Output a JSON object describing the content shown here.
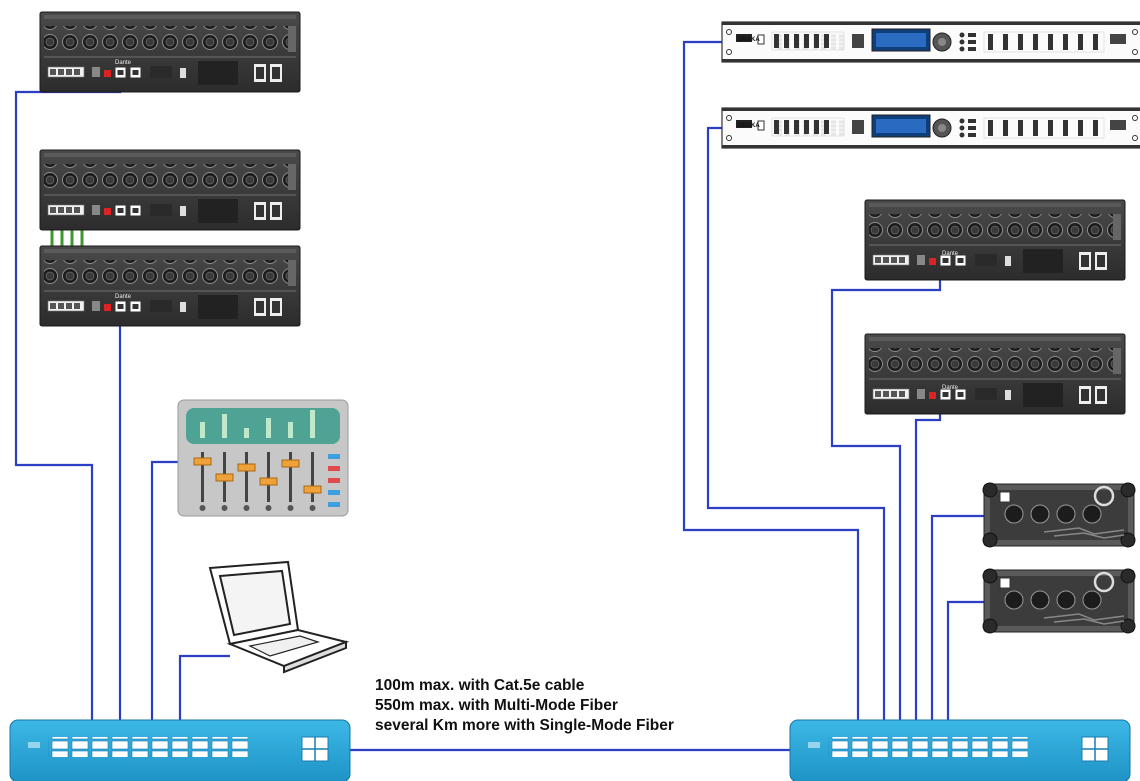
{
  "diagram": {
    "caption": {
      "line1": "100m max. with Cat.5e cable",
      "line2": "550m max. with Multi-Mode Fiber",
      "line3": "several Km more with Single-Mode Fiber"
    },
    "processor_brand": "DRAKA",
    "network_logo": "Dante",
    "colors": {
      "cable": "#2b3fc4",
      "link_cable": "#3f9a2e",
      "switch_body": "#29a8d9",
      "rack_body": "#3a3a3a"
    },
    "icons": [
      "stagebox-icon",
      "dsp-processor-icon",
      "mixer-console-icon",
      "laptop-icon",
      "network-switch-icon",
      "wall-io-box-icon"
    ]
  }
}
